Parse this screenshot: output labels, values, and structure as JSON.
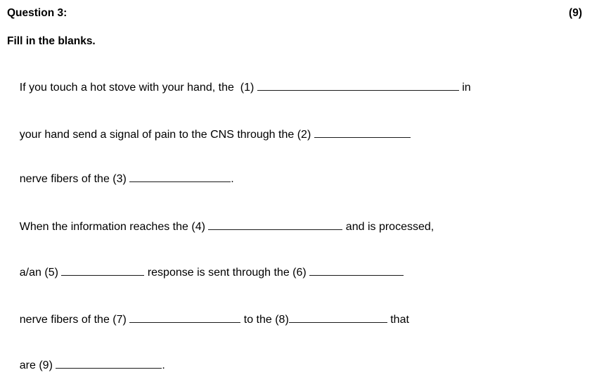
{
  "document": {
    "question_label": "Question 3:",
    "marks": "(9)",
    "instruction": "Fill in the blanks.",
    "lines": [
      {
        "id": "line-1",
        "segments": [
          {
            "type": "text",
            "value": "If you touch a hot stove with your hand, the  (1) "
          },
          {
            "type": "blank",
            "number": 1
          },
          {
            "type": "text",
            "value": " in"
          }
        ],
        "plain_text": "If you touch a hot stove with your hand, the  (1) ____________________ in"
      },
      {
        "id": "line-2",
        "segments": [
          {
            "type": "text",
            "value": "your hand send a signal of pain to the CNS through the (2) "
          },
          {
            "type": "blank",
            "number": 2
          }
        ],
        "plain_text": "your hand send a signal of pain to the CNS through the (2) ______________"
      },
      {
        "id": "line-3",
        "segments": [
          {
            "type": "text",
            "value": "nerve fibers of the (3) "
          },
          {
            "type": "blank",
            "number": 3
          },
          {
            "type": "text",
            "value": "."
          }
        ],
        "plain_text": "nerve fibers of the (3) _______________."
      },
      {
        "id": "line-4",
        "segments": [
          {
            "type": "text",
            "value": "When the information reaches the (4) "
          },
          {
            "type": "blank",
            "number": 4
          },
          {
            "type": "text",
            "value": " and is processed,"
          }
        ],
        "plain_text": "When the information reaches the (4) ___________________ and is processed,"
      },
      {
        "id": "line-5",
        "segments": [
          {
            "type": "text",
            "value": "a/an (5) "
          },
          {
            "type": "blank",
            "number": 5
          },
          {
            "type": "text",
            "value": " response is sent through the (6) "
          },
          {
            "type": "blank",
            "number": 6
          }
        ],
        "plain_text": "a/an (5) _____________ response is sent through the (6) _______________"
      },
      {
        "id": "line-6",
        "segments": [
          {
            "type": "text",
            "value": "nerve fibers of the (7) "
          },
          {
            "type": "blank",
            "number": 7
          },
          {
            "type": "text",
            "value": " to the (8)"
          },
          {
            "type": "blank",
            "number": 8
          },
          {
            "type": "text",
            "value": " that"
          }
        ],
        "plain_text": "nerve fibers of the (7) ___________________ to the (8)________________ that"
      },
      {
        "id": "line-7",
        "segments": [
          {
            "type": "text",
            "value": "are (9) "
          },
          {
            "type": "blank",
            "number": 9
          },
          {
            "type": "text",
            "value": "."
          }
        ],
        "plain_text": "are (9) __________________."
      }
    ],
    "text_fragments": {
      "l1a": "If you touch a hot stove with your hand, the  (1) ",
      "l1b": " in",
      "l2a": "your hand send a signal of pain to the CNS through the (2) ",
      "l3a": "nerve fibers of the (3) ",
      "l3b": ".",
      "l4a": "When the information reaches the (4) ",
      "l4b": " and is processed,",
      "l5a": "a/an (5) ",
      "l5b": " response is sent through the (6) ",
      "l6a": "nerve fibers of the (7) ",
      "l6b": " to the (8)",
      "l6c": " that",
      "l7a": "are (9) ",
      "l7b": "."
    }
  },
  "colors": {
    "background": "#ffffff",
    "text": "#000000",
    "rule": "#1a1a1a"
  }
}
